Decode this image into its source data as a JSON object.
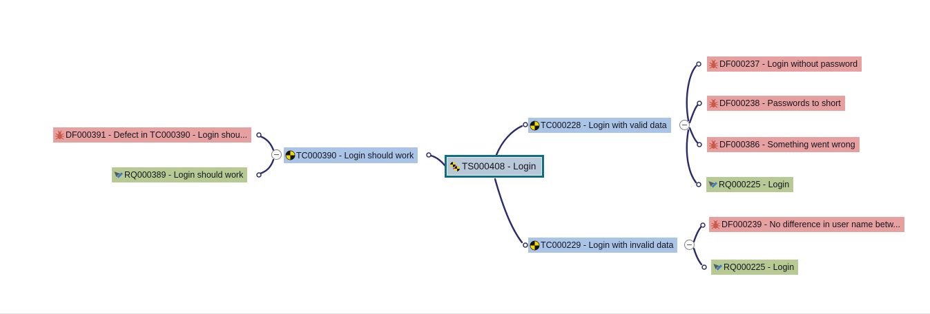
{
  "colors": {
    "test_case_fill": "#a9c4e6",
    "defect_fill": "#e7a0a0",
    "requirement_fill": "#b7ca93",
    "selected_fill": "#b9c8d8",
    "selected_border": "#0f6e80",
    "connector": "#2a2b6d"
  },
  "diagram": {
    "selected_node": "TS000408 - Login",
    "nodes": [
      {
        "id": "DF000391",
        "type": "defect",
        "label": "DF000391 - Defect in TC000390 - Login shou..."
      },
      {
        "id": "RQ000389",
        "type": "requirement",
        "label": "RQ000389 - Login should work"
      },
      {
        "id": "TC000390",
        "type": "test-case",
        "label": "TC000390 - Login should work"
      },
      {
        "id": "TS000408",
        "type": "test-set",
        "label": "TS000408 - Login"
      },
      {
        "id": "TC000228",
        "type": "test-case",
        "label": "TC000228 - Login with valid data"
      },
      {
        "id": "DF000237",
        "type": "defect",
        "label": "DF000237 - Login without password"
      },
      {
        "id": "DF000238",
        "type": "defect",
        "label": "DF000238 - Passwords to short"
      },
      {
        "id": "DF000386",
        "type": "defect",
        "label": "DF000386 - Something went wrong"
      },
      {
        "id": "RQ000225",
        "type": "requirement",
        "label": "RQ000225 - Login"
      },
      {
        "id": "TC000229",
        "type": "test-case",
        "label": "TC000229 - Login with invalid data"
      },
      {
        "id": "DF000239",
        "type": "defect",
        "label": "DF000239 - No difference in user name betw..."
      },
      {
        "id": "RQ000225b",
        "type": "requirement",
        "label": "RQ000225 - Login"
      }
    ]
  }
}
